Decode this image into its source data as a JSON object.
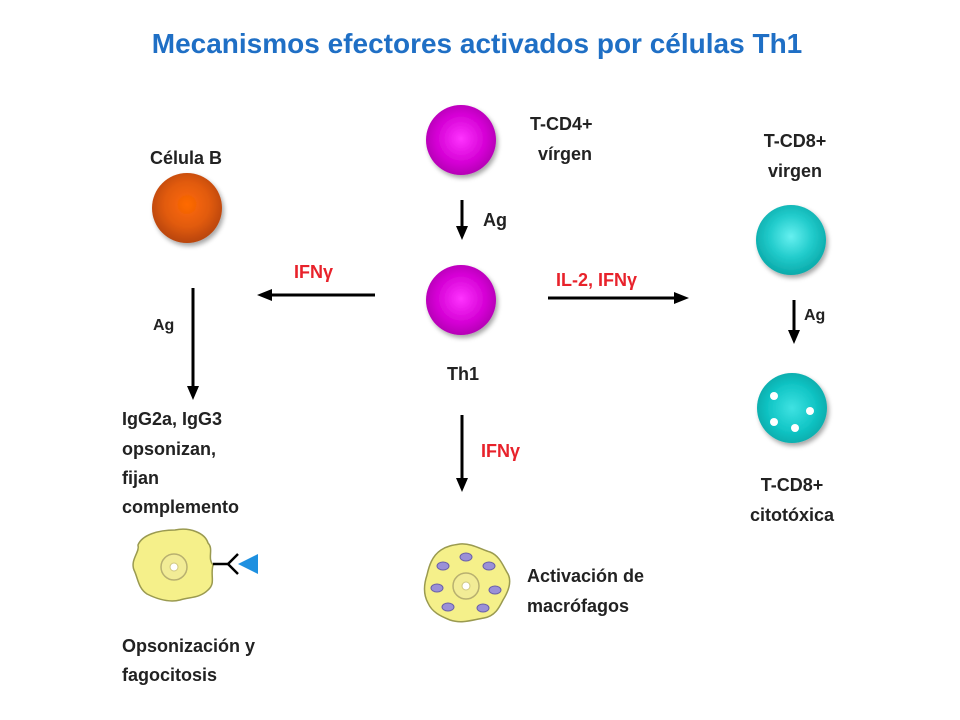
{
  "title": "Mecanismos efectores activados por células Th1",
  "cells": {
    "tcd4_naive": {
      "line1": "T-CD4+",
      "line2": "vírgen"
    },
    "th1": {
      "label": "Th1"
    },
    "b_cell": {
      "label": "Célula B"
    },
    "tcd8_naive": {
      "line1": "T-CD8+",
      "line2": "virgen"
    },
    "tcd8_cyto": {
      "line1": "T-CD8+",
      "line2": "citotóxica"
    }
  },
  "arrows": {
    "tcd4_to_th1": "Ag",
    "th1_to_b": "IFNγ",
    "th1_to_cd8": "IL-2, IFNγ",
    "th1_to_macrophage": "IFNγ",
    "b_down": "Ag",
    "cd8_down": "Ag"
  },
  "outcomes": {
    "antibodies": {
      "line1": "IgG2a, IgG3",
      "line2": "opsonizan,",
      "line3": "fijan",
      "line4": "complemento"
    },
    "macrophage": {
      "line1": "Activación de",
      "line2": "macrófagos"
    },
    "phagocytosis": {
      "line1": "Opsonización y",
      "line2": "fagocitosis"
    }
  },
  "colors": {
    "title": "#1f6fc5",
    "cytokine": "#e8222b",
    "cd4": "#d400d4",
    "b_cell": "#e06010",
    "cd8": "#22cccc",
    "phagocyte": "#f5f08a",
    "granule": "#9a90d8",
    "antigen": "#1e90e0"
  }
}
